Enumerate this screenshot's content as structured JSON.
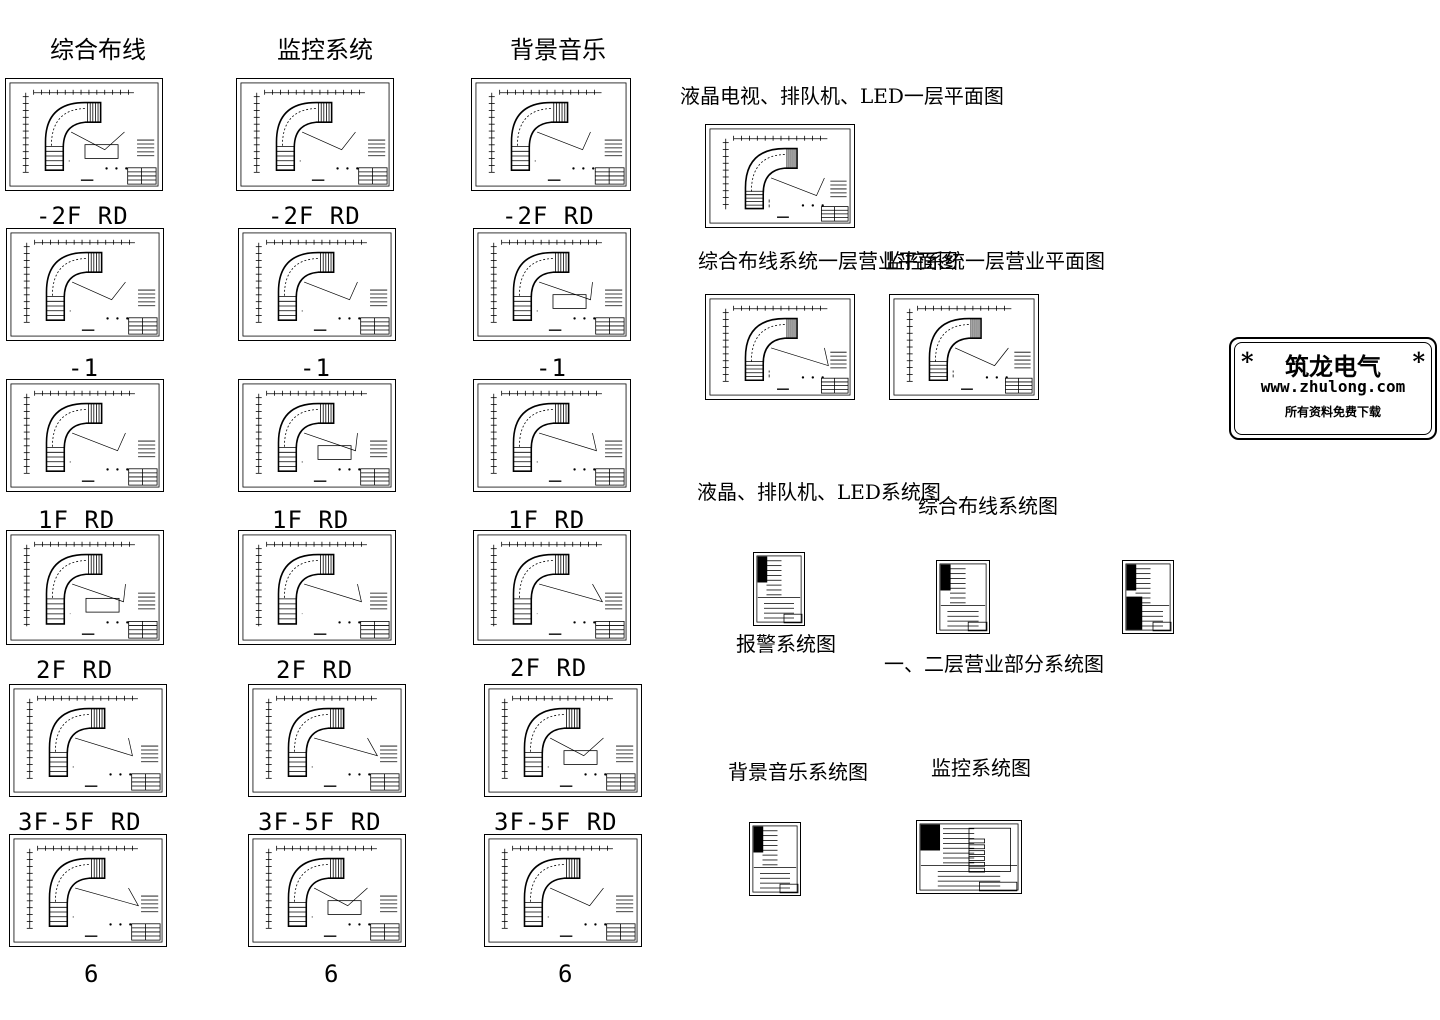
{
  "columns": [
    {
      "header": "综合布线",
      "floors": [
        "-2F  RD",
        "-1",
        "1F  RD",
        "2F  RD",
        "3F-5F  RD"
      ],
      "count": "6"
    },
    {
      "header": "监控系统",
      "floors": [
        "-2F  RD",
        "-1",
        "1F  RD",
        "2F  RD",
        "3F-5F  RD"
      ],
      "count": "6"
    },
    {
      "header": "背景音乐",
      "floors": [
        "-2F  RD",
        "-1",
        "1F  RD",
        "2F  RD",
        "3F-5F  RD"
      ],
      "count": "6"
    }
  ],
  "right_labels": {
    "lcd_plan": "液晶电视、排队机、LED一层平面图",
    "cabling_plan": "综合布线系统一层营业平面图",
    "monitor_plan": "监控系统一层营业平面图",
    "lcd_system": "液晶、排队机、LED系统图",
    "cabling_system": "综合布线系统图",
    "alarm_system": "报警系统图",
    "floor12_system": "一、二层营业部分系统图",
    "music_system": "背景音乐系统图",
    "monitor_system": "监控系统图"
  },
  "stamp": {
    "star_left": "*",
    "star_right": "*",
    "title": "筑龙电气",
    "url": "www.zhulong.com",
    "note": "所有资料免费下载"
  }
}
